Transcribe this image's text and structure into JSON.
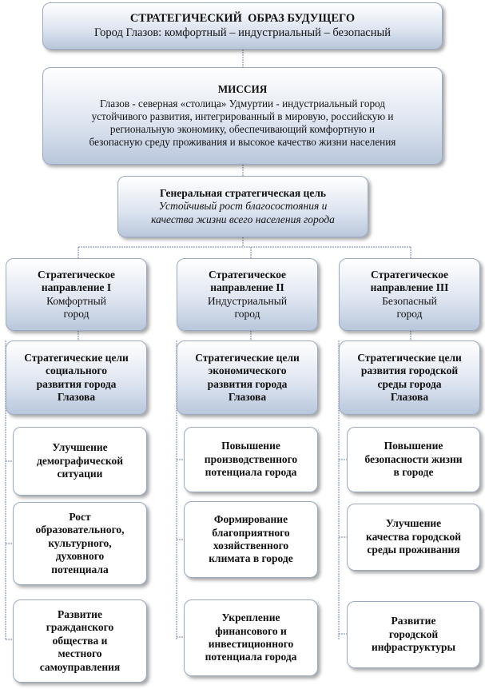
{
  "vision": {
    "title": "СТРАТЕГИЧЕСКИЙ  ОБРАЗ БУДУЩЕГО",
    "subtitle": "Город Глазов: комфортный – индустриальный – безопасный"
  },
  "mission": {
    "title": "МИССИЯ",
    "lines": [
      "Глазов - северная «столица» Удмуртии - индустриальный город",
      "устойчивого развития, интегрированный в мировую, российскую и",
      "региональную экономику, обеспечивающий комфортную и",
      "безопасную среду проживания и высокое качество жизни населения"
    ]
  },
  "general_goal": {
    "title": "Генеральная стратегическая цель",
    "lines": [
      "Устойчивый рост благосостояния и",
      "качества жизни всего населения города"
    ]
  },
  "directions": [
    {
      "heading": [
        "Стратегическое",
        "направление I",
        "Комфортный",
        "город"
      ],
      "goals": [
        "Стратегические цели",
        "социального",
        "развития города",
        "Глазова"
      ],
      "items": [
        [
          "Улучшение",
          "демографической",
          "ситуации"
        ],
        [
          "Рост",
          "образовательного,",
          "культурного,",
          "духовного",
          "потенциала"
        ],
        [
          "Развитие",
          "гражданского",
          "общества и",
          "местного",
          "самоуправления"
        ]
      ]
    },
    {
      "heading": [
        "Стратегическое",
        "направление II",
        "Индустриальный",
        "город"
      ],
      "goals": [
        "Стратегические цели",
        "экономического",
        "развития города",
        "Глазова"
      ],
      "items": [
        [
          "Повышение",
          "производственного",
          "потенциала города"
        ],
        [
          "Формирование",
          "благоприятного",
          "хозяйственного",
          "климата в городе"
        ],
        [
          "Укрепление",
          "финансового и",
          "инвестиционного",
          "потенциала города"
        ]
      ]
    },
    {
      "heading": [
        "Стратегическое",
        "направление III",
        "Безопасный",
        "город"
      ],
      "goals": [
        "Стратегические цели",
        "развития городской",
        "среды города",
        "Глазова"
      ],
      "items": [
        [
          "Повышение",
          "безопасности жизни",
          "в городе"
        ],
        [
          "Улучшение",
          "качества городской",
          "среды проживания"
        ],
        [
          "Развитие",
          "городской",
          "инфраструктуры"
        ]
      ]
    }
  ]
}
